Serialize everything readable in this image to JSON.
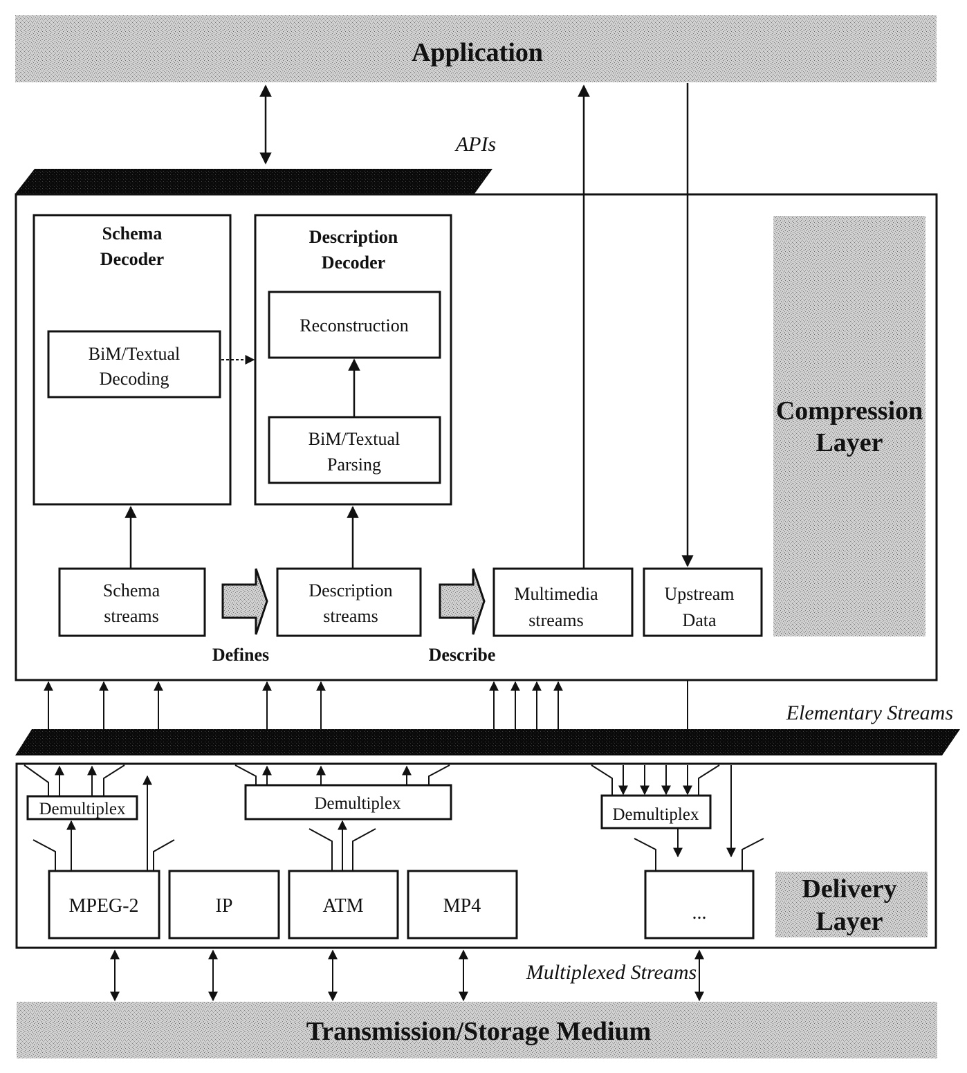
{
  "application": {
    "label": "Application"
  },
  "apis": {
    "label": "APIs"
  },
  "compression_layer": {
    "label_line1": "Compression",
    "label_line2": "Layer",
    "schema_decoder": {
      "title_line1": "Schema",
      "title_line2": "Decoder",
      "inner": {
        "line1": "BiM/Textual",
        "line2": "Decoding"
      }
    },
    "description_decoder": {
      "title_line1": "Description",
      "title_line2": "Decoder",
      "reconstruction": "Reconstruction",
      "parsing": {
        "line1": "BiM/Textual",
        "line2": "Parsing"
      }
    },
    "streams": [
      {
        "line1": "Schema",
        "line2": "streams"
      },
      {
        "line1": "Description",
        "line2": "streams"
      },
      {
        "line1": "Multimedia",
        "line2": "streams"
      },
      {
        "line1": "Upstream",
        "line2": "Data"
      }
    ],
    "relations": {
      "defines": "Defines",
      "describe": "Describe"
    }
  },
  "elementary_streams": {
    "label": "Elementary Streams"
  },
  "delivery_layer": {
    "label_line1": "Delivery",
    "label_line2": "Layer",
    "demultiplexers": [
      "Demultiplex",
      "Demultiplex",
      "Demultiplex"
    ],
    "transports": [
      "MPEG-2",
      "IP",
      "ATM",
      "MP4",
      "..."
    ]
  },
  "multiplexed_streams": {
    "label": "Multiplexed Streams"
  },
  "medium": {
    "label": "Transmission/Storage Medium"
  },
  "colors": {
    "ink": "#111111",
    "shade": "#c8c8c8",
    "bar": "#0a0a0a"
  }
}
